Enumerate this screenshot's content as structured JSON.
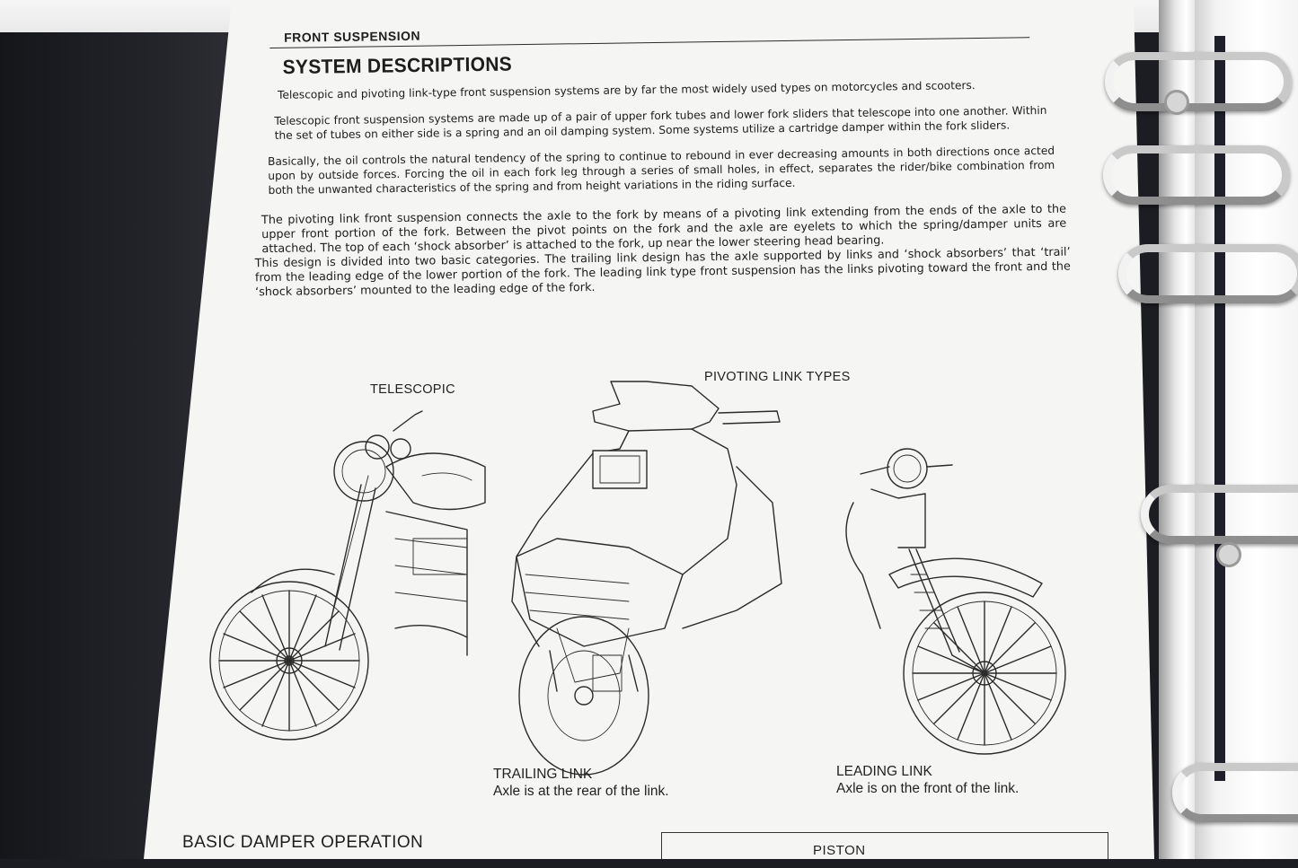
{
  "page": {
    "section_header": "FRONT SUSPENSION",
    "title": "SYSTEM DESCRIPTIONS",
    "paragraphs": [
      "Telescopic and pivoting link-type front suspension systems are by far the most widely used types on motorcycles and scooters.",
      "Telescopic front suspension systems are made up of a pair of upper fork tubes and lower fork sliders that telescope into one another. Within the set of tubes on either side is a spring and an oil damping system. Some systems utilize a cartridge damper within the fork sliders.",
      "Basically, the oil controls the natural tendency of the spring to continue to rebound in ever decreasing amounts in both directions once acted upon by outside forces. Forcing the oil in each fork leg through a series of small holes, in effect, separates the rider/bike combination from both the unwanted characteristics of the spring and from height variations in the riding surface.",
      "The pivoting link front suspension connects the axle to the fork by means of a pivoting link extending from the ends of the axle to the upper front portion of the fork. Between the pivot points on the fork and the axle are eyelets to which the spring/damper units are attached. The top of each ‘shock absorber’ is attached to the fork, up near the lower steering head bearing.",
      "This design is divided into two basic categories. The trailing link design has the axle supported by links and ‘shock absorbers’ that ‘trail’ from the leading edge of the lower portion of the fork. The leading link type front suspension has the links pivoting toward the front and the ‘shock absorbers’ mounted to the leading edge of the fork."
    ],
    "figure": {
      "label_telescopic": "TELESCOPIC",
      "label_pivoting": "PIVOTING LINK TYPES",
      "trailing_title": "TRAILING LINK",
      "trailing_desc": "Axle is at the rear of the link.",
      "leading_title": "LEADING LINK",
      "leading_desc": "Axle is on the front of the link."
    },
    "subheading": "BASIC DAMPER OPERATION",
    "piston_label": "PISTON"
  },
  "colors": {
    "paper": "#f5f5f3",
    "ink": "#1d1d1d",
    "binder_background": "#1c1d22",
    "ring_metal": "#c9c9c9"
  },
  "icons": [
    "binder-ring-icon",
    "telescopic-fork-motorcycle-illustration",
    "trailing-link-scooter-illustration",
    "leading-link-moped-illustration"
  ]
}
